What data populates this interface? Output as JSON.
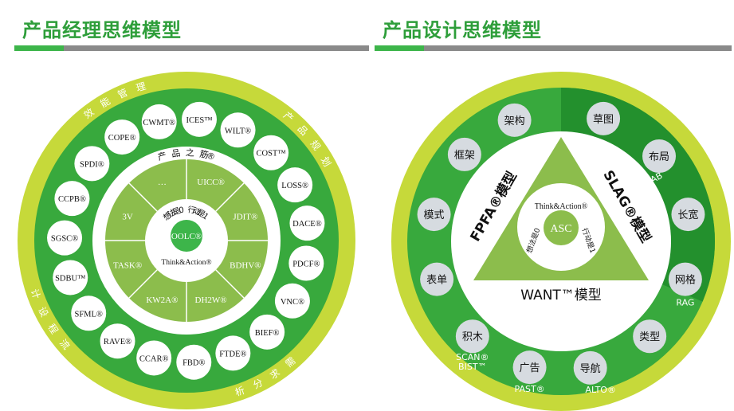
{
  "left": {
    "title": "产品经理思维模型",
    "outer_labels": [
      {
        "text": "效能管理"
      },
      {
        "text": "产品规划"
      },
      {
        "text": "流程设计"
      },
      {
        "text": "需求分析"
      }
    ],
    "nodes": [
      "ICES™",
      "WILT®",
      "COST™",
      "LOSS®",
      "DACE®",
      "PDCF®",
      "VNC®",
      "BIEF®",
      "FTDE®",
      "FBD®",
      "CCAR®",
      "RAVE®",
      "SFML®",
      "SDBU™",
      "SGSC®",
      "CCPB®",
      "SPDI®",
      "COPE®",
      "CWMT®"
    ],
    "ring_label": "产 品 之 筋®",
    "segments": [
      "UICC®",
      "JDIT®",
      "BDHV®",
      "DH2W®",
      "KW2A®",
      "TASK®",
      "3V",
      "…"
    ],
    "center": "OOLC®",
    "inner_top": "想法是0 行动是1",
    "inner_bottom": "Think&Action®"
  },
  "right": {
    "title": "产品设计思维模型",
    "nodes": [
      {
        "text": "架构"
      },
      {
        "text": "草图"
      },
      {
        "text": "布局"
      },
      {
        "text": "长宽"
      },
      {
        "text": "网格"
      },
      {
        "text": "类型"
      },
      {
        "text": "导航"
      },
      {
        "text": "广告"
      },
      {
        "text": "积木"
      },
      {
        "text": "表单"
      },
      {
        "text": "模式"
      },
      {
        "text": "框架"
      }
    ],
    "sublabels": [
      {
        "text": "CAB"
      },
      {
        "text": "RAG"
      },
      {
        "text": "ALTO®"
      },
      {
        "text": "PAST®"
      },
      {
        "text": "SCAN®"
      },
      {
        "text": "BIST™"
      }
    ],
    "triangle_left": "FPFA®模型",
    "triangle_right": "SLAG®模型",
    "triangle_bottom": "WANT™模型",
    "center_top": "Think&Action®",
    "center": "ASC",
    "center_left": "想法是0",
    "center_right": "行动是1"
  },
  "colors": {
    "title_green": "#2e9e3a",
    "outer_lime": "#c6d93a",
    "ring_green": "#38a93d",
    "segment_green": "#8cbd4c",
    "node_fill": "#d6dbe0",
    "dark_green": "#23902d"
  }
}
